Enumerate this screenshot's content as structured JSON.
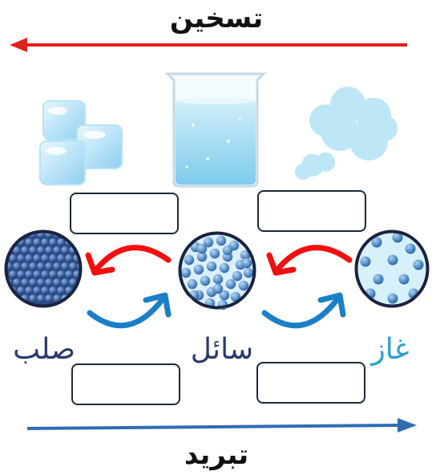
{
  "top": {
    "label": "تسخين",
    "color": "#e0201c"
  },
  "bottom": {
    "label": "تبريد",
    "color": "#2f6db5"
  },
  "states": [
    {
      "key": "solid",
      "label": "صلب",
      "color": "#2b3a6b"
    },
    {
      "key": "liquid",
      "label": "سائل",
      "color": "#2b3a6b"
    },
    {
      "key": "gas",
      "label": "غاز",
      "color": "#2a9fd0"
    }
  ],
  "colors": {
    "heating_arrow": "#f20f0f",
    "cooling_arrow": "#1b7fc7",
    "box_border": "#1d2a3a"
  },
  "icons": [
    "ice-cubes-icon",
    "water-beaker-icon",
    "cloud-icon"
  ]
}
